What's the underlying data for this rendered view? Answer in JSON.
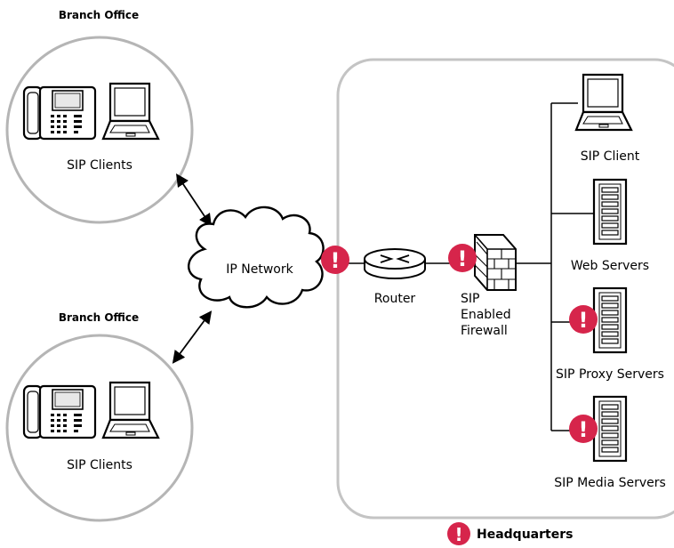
{
  "branch_top": {
    "title": "Branch Office",
    "clients_label": "SIP Clients"
  },
  "branch_bottom": {
    "title": "Branch Office",
    "clients_label": "SIP Clients"
  },
  "network": {
    "label": "IP Network"
  },
  "router": {
    "label": "Router"
  },
  "firewall": {
    "label_line1": "SIP",
    "label_line2": "Enabled",
    "label_line3": "Firewall"
  },
  "servers": {
    "sip_client": "SIP Client",
    "web": "Web Servers",
    "proxy": "SIP Proxy Servers",
    "media": "SIP Media Servers"
  },
  "headquarters": {
    "label": "Headquarters"
  },
  "alert": {
    "symbol": "!",
    "color": "#d6254b",
    "icon": "alert-icon"
  },
  "colors": {
    "line": "#000000",
    "circle_border": "#b5b5b5",
    "hq_border": "#c4c4c4"
  }
}
